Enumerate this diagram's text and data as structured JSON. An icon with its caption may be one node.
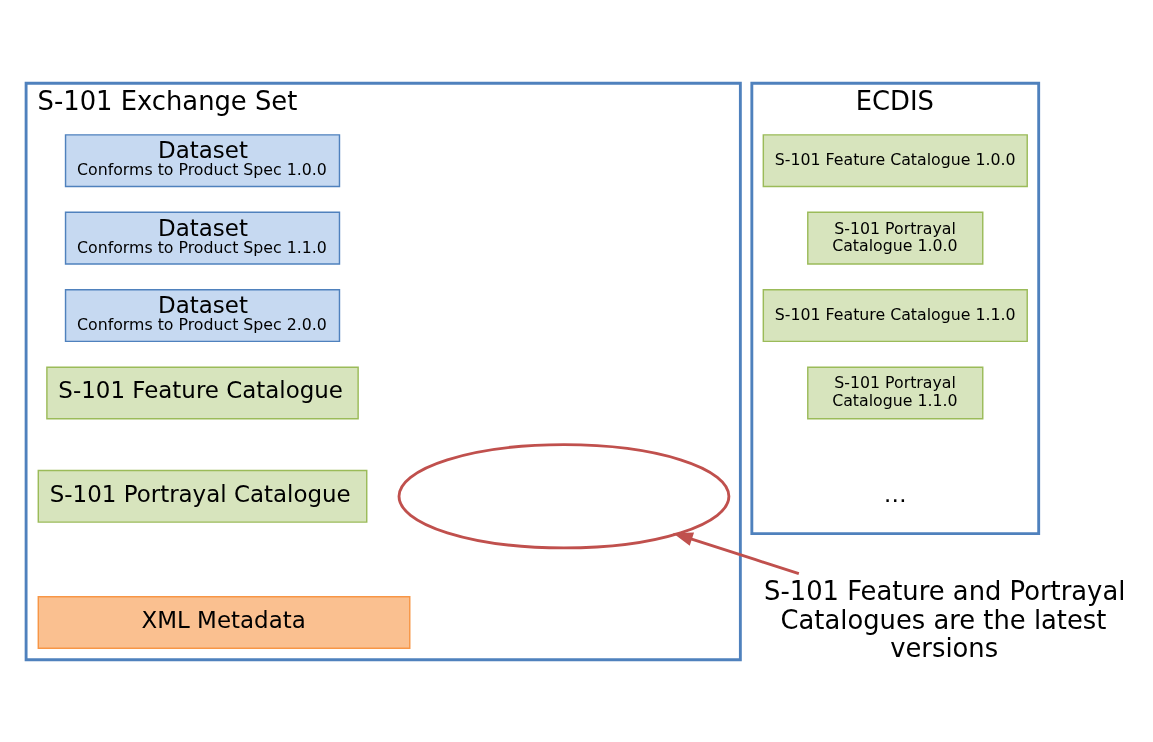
{
  "diagram": {
    "nodes": [
      {
        "text": [
          "S-101 Exchange Set"
        ]
      },
      {
        "text": [
          "Dataset",
          "Conforms to Product Spec 1.0.0"
        ],
        "in": 0
      },
      {
        "text": [
          "Dataset",
          "Conforms to Product Spec 1.1.0"
        ],
        "in": 0
      },
      {
        "text": [
          "Dataset",
          "Conforms to Product Spec 2.0.0"
        ],
        "in": 0
      },
      {
        "text": [],
        "shape": "ellipse",
        "in": 0
      },
      {
        "text": [
          "S-101 Feature Catalogue"
        ],
        "in": 0
      },
      {
        "text": [
          "S-101 Portrayal Catalogue"
        ],
        "in": 0
      },
      {
        "text": [
          "XML Metadata"
        ],
        "in": 0
      },
      {
        "text": [
          "S-101 Feature and Portrayal Catalogues are the latest versions"
        ]
      },
      {
        "text": [
          "ECDIS"
        ]
      },
      {
        "text": [
          "S-101 Feature Catalogue 1.0.0"
        ],
        "in": 9
      },
      {
        "text": [
          "S-101 Portrayal Catalogue 1.0.0"
        ],
        "in": 9
      },
      {
        "text": [
          "S-101 Feature Catalogue 1.1.0"
        ],
        "in": 9
      },
      {
        "text": [
          "S-101 Portrayal Catalogue 1.1.0"
        ],
        "in": 9
      }
    ],
    "edges": [
      {
        "from": 8,
        "to": 4,
        "arrow": "to"
      }
    ],
    "labels": [
      "…"
    ]
  }
}
